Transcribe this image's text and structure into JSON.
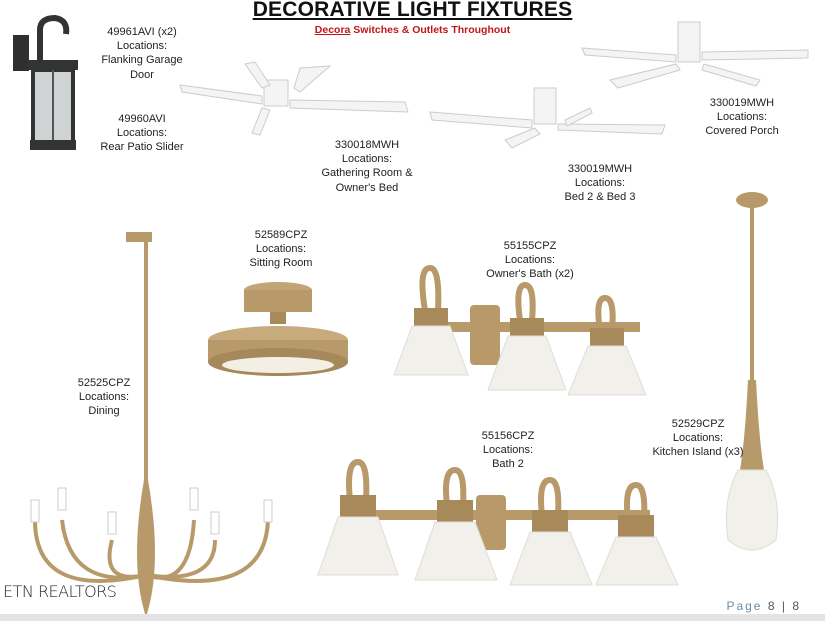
{
  "title": "DECORATIVE LIGHT FIXTURES",
  "subtitle": {
    "brand": "Decora",
    "rest": " Switches & Outlets Throughout"
  },
  "fixtures": [
    {
      "model": "49961AVI (x2)",
      "label": "Locations:",
      "loc1": "Flanking Garage",
      "loc2": "Door"
    },
    {
      "model": "49960AVI",
      "label": "Locations:",
      "loc1": "Rear Patio Slider"
    },
    {
      "model": "330018MWH",
      "label": "Locations:",
      "loc1": "Gathering Room &",
      "loc2": "Owner's Bed"
    },
    {
      "model": "330019MWH",
      "label": "Locations:",
      "loc1": "Bed 2 & Bed 3"
    },
    {
      "model": "330019MWH",
      "label": "Locations:",
      "loc1": "Covered Porch"
    },
    {
      "model": "52589CPZ",
      "label": "Locations:",
      "loc1": "Sitting Room"
    },
    {
      "model": "55155CPZ",
      "label": "Locations:",
      "loc1": "Owner's Bath (x2)"
    },
    {
      "model": "52525CPZ",
      "label": "Locations:",
      "loc1": "Dining"
    },
    {
      "model": "55156CPZ",
      "label": "Locations:",
      "loc1": "Bath 2"
    },
    {
      "model": "52529CPZ",
      "label": "Locations:",
      "loc1": "Kitchen Island (x3)"
    }
  ],
  "watermark": "ETN REALTORS",
  "page": {
    "label": "Page",
    "current": "8",
    "total": "8"
  },
  "colors": {
    "gold": "#b89a6a",
    "glass": "#f2f0ea",
    "red": "#c0161a"
  }
}
